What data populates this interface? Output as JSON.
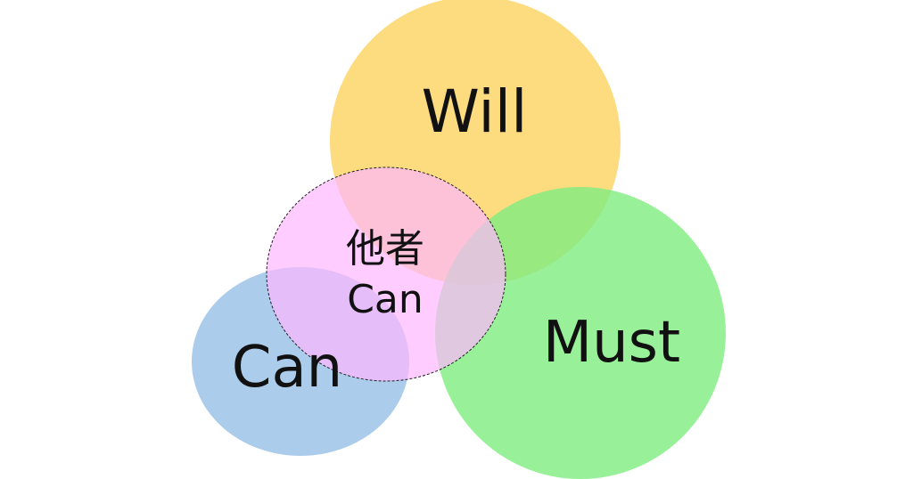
{
  "diagram": {
    "type": "venn",
    "sets": {
      "will": {
        "label": "Will",
        "color": "#fcd667"
      },
      "must": {
        "label": "Must",
        "color": "#87ee89"
      },
      "can": {
        "label": "Can",
        "color": "#97bfe6"
      },
      "others_can": {
        "label_line1": "他者",
        "label_line2": "Can",
        "color": "#fdbcfd",
        "border": "dashed"
      }
    }
  }
}
